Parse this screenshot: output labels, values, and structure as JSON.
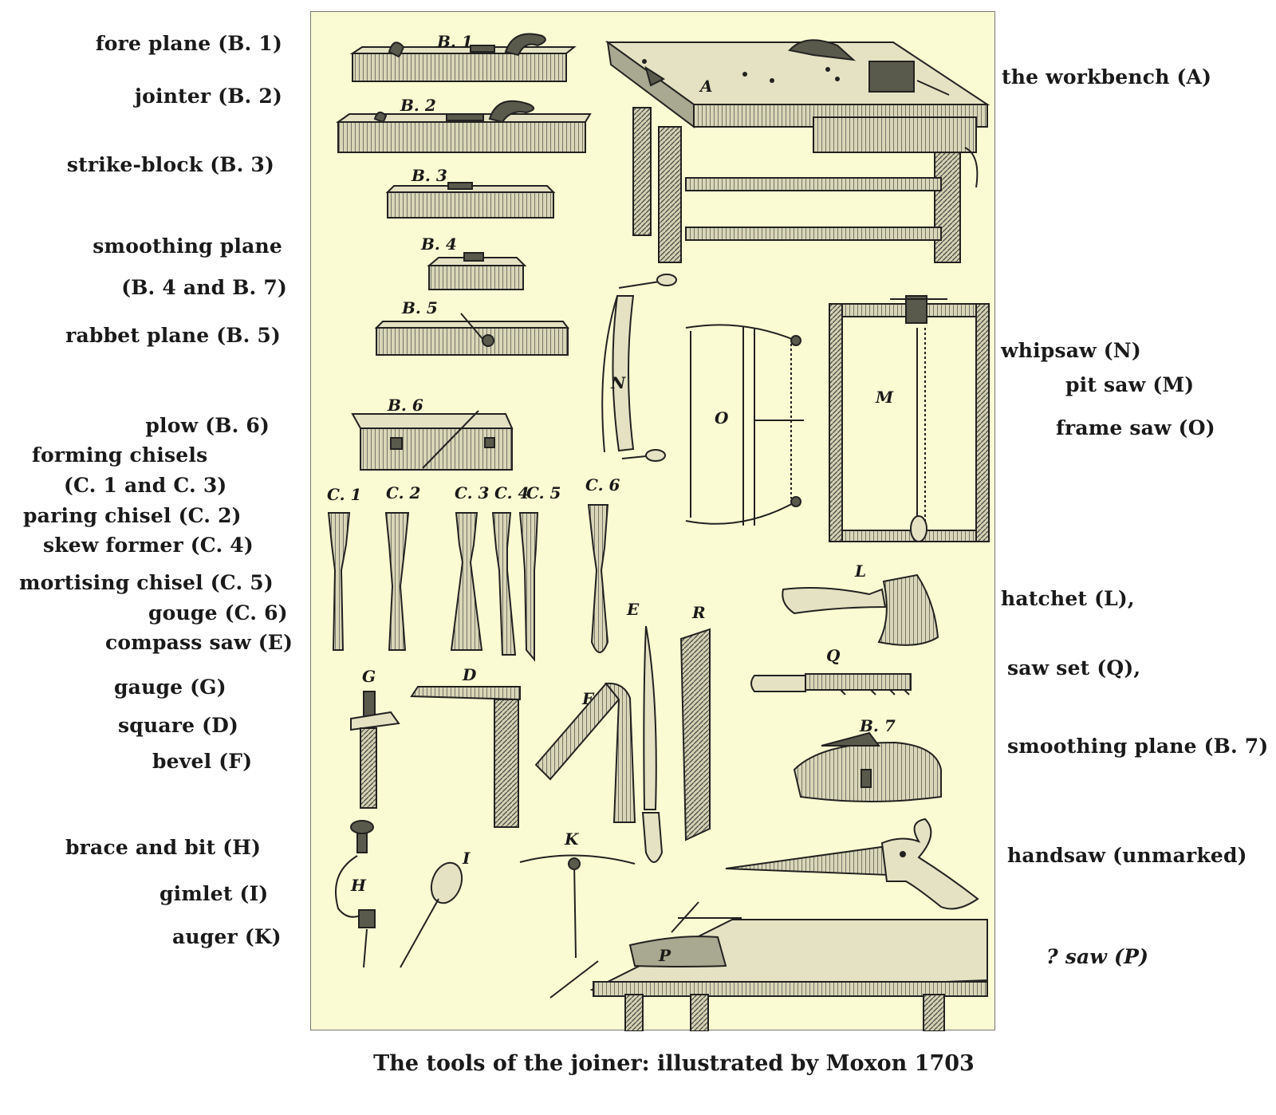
{
  "labels": {
    "fore_plane": "fore plane (B. 1)",
    "jointer": "jointer (B. 2)",
    "strike_block": "strike-block (B. 3)",
    "smoothing_plane_1": "smoothing plane",
    "smoothing_plane_2": "(B. 4 and B. 7)",
    "rabbet_plane": "rabbet plane (B. 5)",
    "plow": "plow (B. 6)",
    "forming_chisels_1": "forming chisels",
    "forming_chisels_2": "(C. 1 and C. 3)",
    "paring_chisel": "paring chisel (C. 2)",
    "skew_former": "skew former (C. 4)",
    "mortising_chisel": "mortising chisel (C. 5)",
    "gouge": "gouge (C. 6)",
    "compass_saw": "compass saw (E)",
    "gauge": "gauge (G)",
    "square": "square (D)",
    "bevel": "bevel (F)",
    "brace_and_bit": "brace and bit (H)",
    "gimlet": "gimlet (I)",
    "auger": "auger (K)",
    "workbench": "the workbench (A)",
    "whipsaw": "whipsaw (N)",
    "pit_saw": "pit saw (M)",
    "frame_saw": "frame saw (O)",
    "hatchet": "hatchet (L),",
    "saw_set": "saw set (Q),",
    "smoothing_plane_b7": "smoothing plane  (B. 7)",
    "handsaw": "handsaw (unmarked)",
    "unknown_saw": "? saw (P)"
  },
  "plate_letters": {
    "b1": "B. 1",
    "b2": "B. 2",
    "b3": "B. 3",
    "b4": "B. 4",
    "b5": "B. 5",
    "b6": "B. 6",
    "b7": "B. 7",
    "c1": "C. 1",
    "c2": "C. 2",
    "c3": "C. 3",
    "c4": "C. 4",
    "c5": "C. 5",
    "c6": "C. 6",
    "a": "A",
    "n": "N",
    "o": "O",
    "m": "M",
    "l": "L",
    "q": "Q",
    "e": "E",
    "r": "R",
    "g": "G",
    "d": "D",
    "f": "F",
    "h": "H",
    "i": "I",
    "k": "K",
    "p": "P"
  },
  "caption": "The tools of the joiner: illustrated by Moxon 1703",
  "colors": {
    "plate_background": "#fbfbd3",
    "ink": "#1a1a1a",
    "page_background": "#ffffff"
  }
}
